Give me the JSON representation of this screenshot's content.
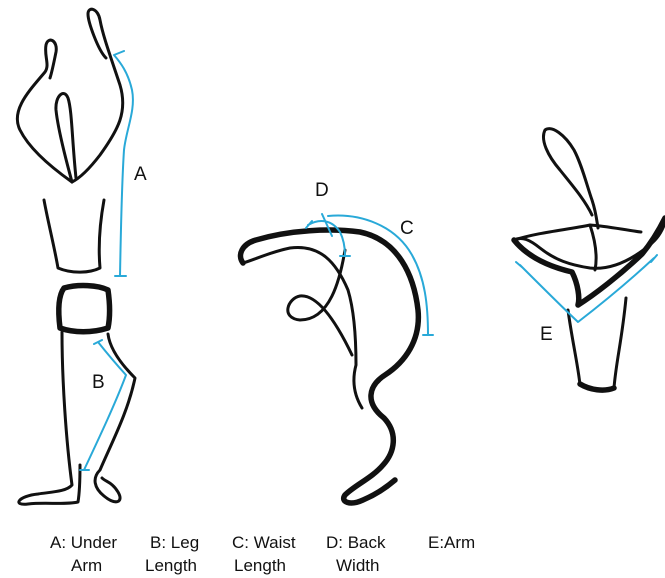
{
  "diagram": {
    "letters": [
      "A",
      "B",
      "C",
      "D",
      "E"
    ],
    "captions": [
      {
        "line1": "A: Under",
        "line2": "Arm"
      },
      {
        "line1": "B: Leg",
        "line2": "Length"
      },
      {
        "line1": "C: Waist",
        "line2": "Length"
      },
      {
        "line1": "D: Back",
        "line2": "Width"
      },
      {
        "line1": "E:Arm",
        "line2": ""
      }
    ],
    "colors": {
      "ink": "#111111",
      "measure": "#29a9d8",
      "background": "#ffffff"
    }
  }
}
